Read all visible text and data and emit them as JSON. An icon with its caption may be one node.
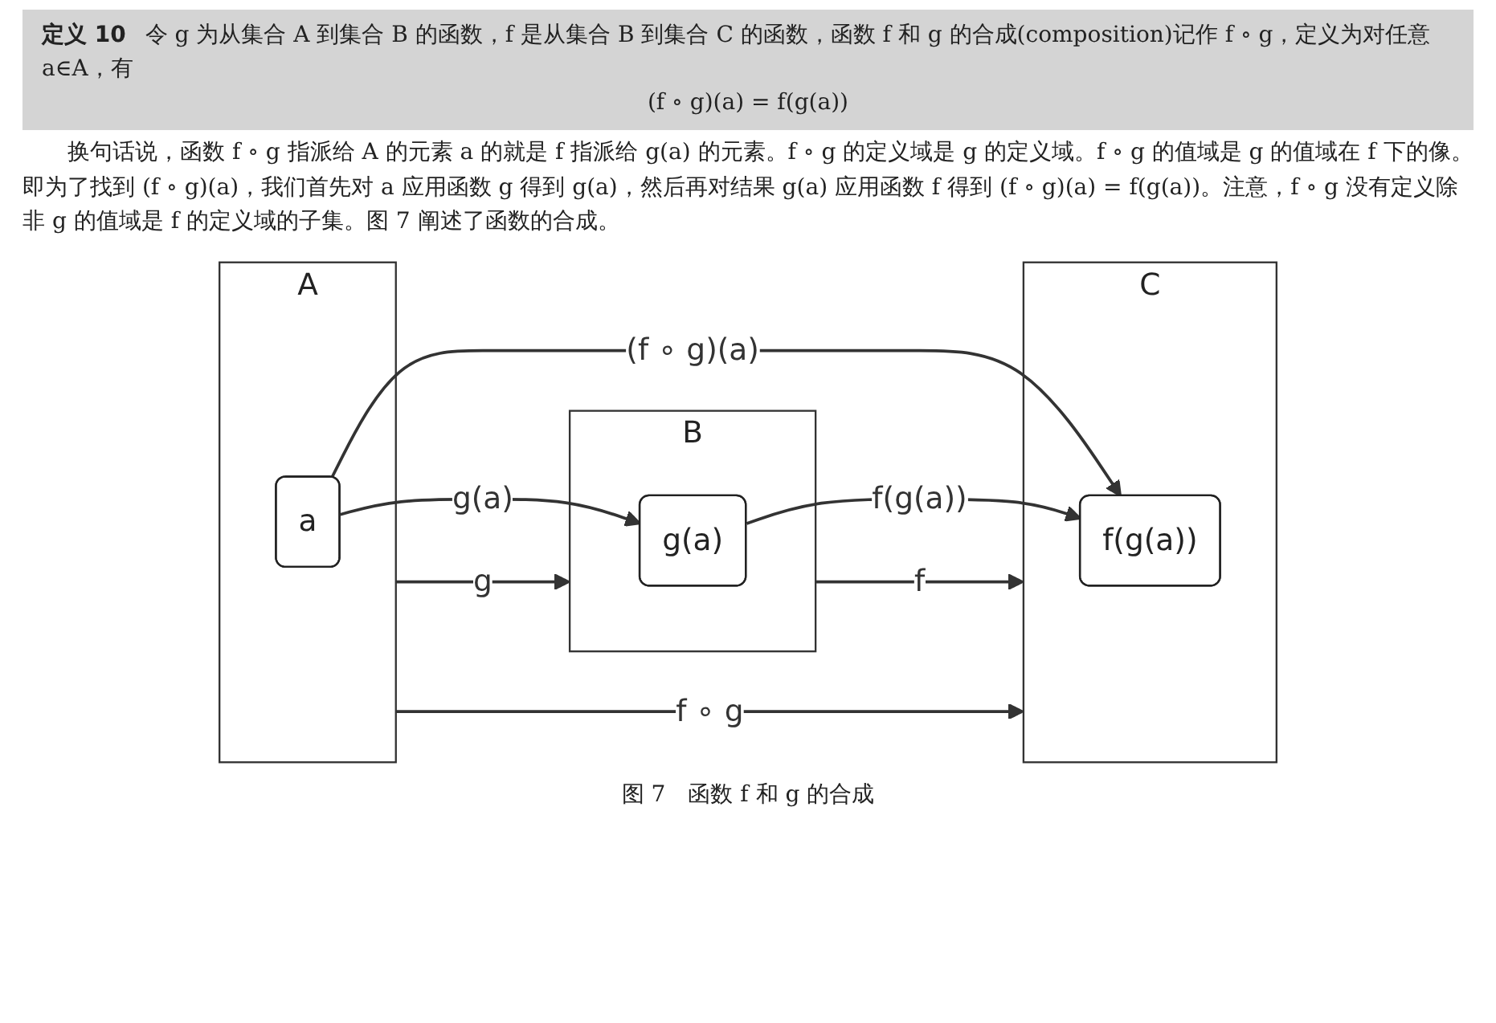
{
  "diagram": {
    "caption": "图 7　函数 f 和 g 的合成",
    "nodes": [
      {
        "text": [
          "A"
        ]
      },
      {
        "text": [
          "a"
        ],
        "in": 0
      },
      {
        "text": [
          "B"
        ]
      },
      {
        "text": [
          "g(a)"
        ],
        "in": 2
      },
      {
        "text": [
          "C"
        ]
      },
      {
        "text": [
          "f(g(a))"
        ],
        "in": 4
      }
    ],
    "edges": [
      {
        "from": 1,
        "to": 5,
        "arrow": "to",
        "label": "(f ∘ g)(a)"
      },
      {
        "from": 1,
        "to": 3,
        "arrow": "to",
        "label": "g(a)"
      },
      {
        "from": 3,
        "to": 5,
        "arrow": "to",
        "label": "f(g(a))"
      },
      {
        "from": 0,
        "to": 2,
        "arrow": "to",
        "label": "g"
      },
      {
        "from": 2,
        "to": 4,
        "arrow": "to",
        "label": "f"
      },
      {
        "from": 0,
        "to": 4,
        "arrow": "to",
        "label": "f ∘ g"
      }
    ],
    "labels": [
      "定义 10",
      "令 g 为从集合 A 到集合 B 的函数，f 是从集合 B 到集合 C 的函数，函数 f 和 g 的合成(composition)记作 f ∘ g，定义为对任意 a∈A，有",
      "(f ∘ g)(a) = f(g(a))",
      "换句话说，函数 f ∘ g 指派给 A 的元素 a 的就是 f 指派给 g(a) 的元素。f ∘ g 的定义域是 g 的定义域。f ∘ g 的值域是 g 的值域在 f 下的像。即为了找到 (f ∘ g)(a)，我们首先对 a 应用函数 g 得到 g(a)，然后再对结果 g(a) 应用函数 f 得到 (f ∘ g)(a) = f(g(a))。注意，f ∘ g 没有定义除非 g 的值域是 f 的定义域的子集。图 7 阐述了函数的合成。"
    ]
  }
}
